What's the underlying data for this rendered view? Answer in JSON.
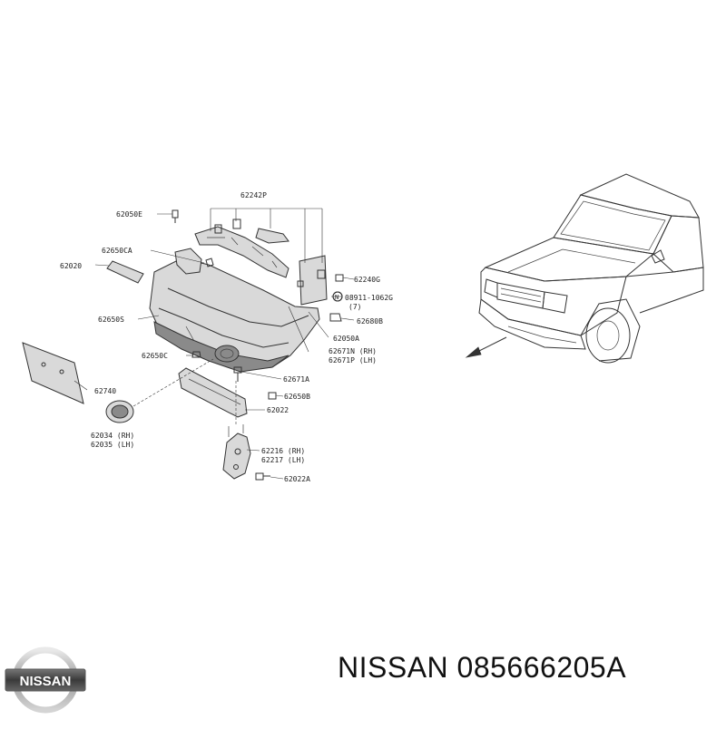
{
  "labels": {
    "p62242P": "62242P",
    "p62050E": "62050E",
    "p62650CA": "62650CA",
    "p62020": "62020",
    "p62650S": "62650S",
    "p62650C": "62650C",
    "p62740": "62740",
    "p62034": "62034 (RH)",
    "p62035": "62035 (LH)",
    "p62240G": "62240G",
    "p08911": "08911-1062G",
    "p08911qty": "(7)",
    "p62680B": "62680B",
    "p62050A": "62050A",
    "p62671N": "62671N (RH)",
    "p62671P": "62671P (LH)",
    "p62671A": "62671A",
    "p62650B": "62650B",
    "p62022": "62022",
    "p62216": "62216 (RH)",
    "p62217": "62217 (LH)",
    "p62022A": "62022A",
    "circleN": "N"
  },
  "footer": {
    "brand_logo_text": "NISSAN",
    "part_caption": "NISSAN 085666205A"
  }
}
